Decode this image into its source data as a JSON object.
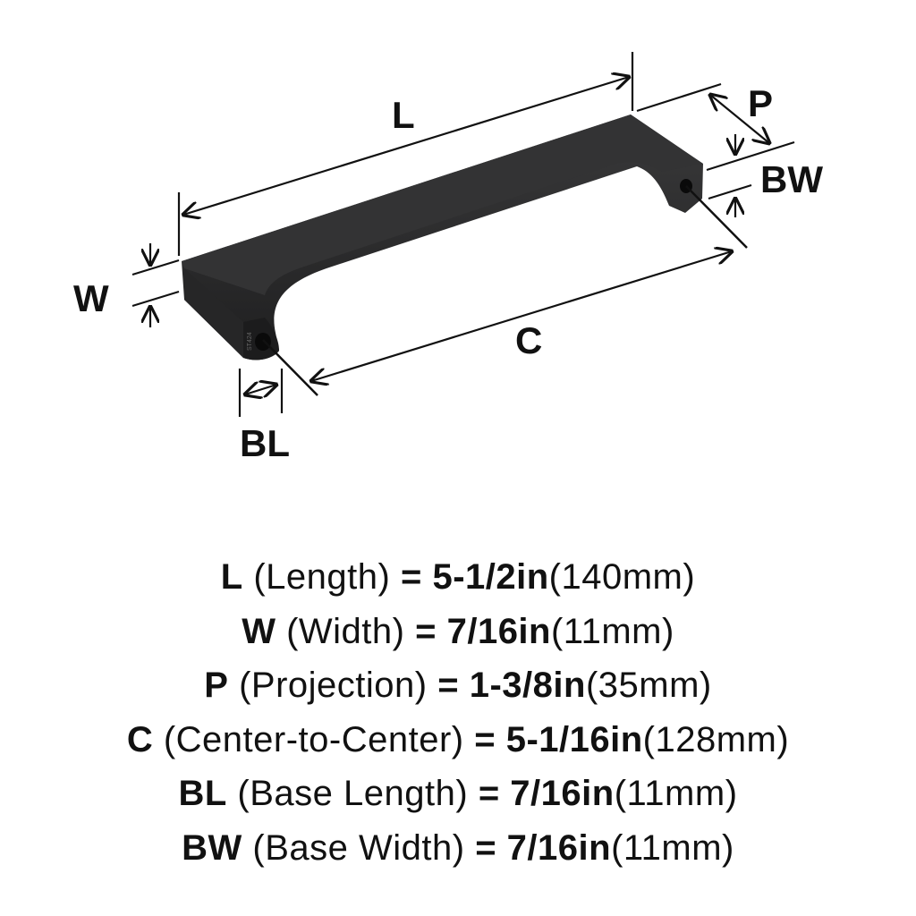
{
  "labels": {
    "L": "L",
    "P": "P",
    "BW": "BW",
    "W": "W",
    "C": "C",
    "BL": "BL"
  },
  "engraving": "ST424",
  "colors": {
    "handle": "#2b2b2c",
    "ink": "#111111"
  },
  "specs": [
    {
      "code": "L",
      "name": "(Length)",
      "imperial": "= 5-1/2in",
      "metric": "(140mm)"
    },
    {
      "code": "W",
      "name": "(Width)",
      "imperial": "= 7/16in",
      "metric": "(11mm)"
    },
    {
      "code": "P",
      "name": "(Projection)",
      "imperial": "= 1-3/8in",
      "metric": "(35mm)"
    },
    {
      "code": "C",
      "name": "(Center-to-Center)",
      "imperial": "= 5-1/16in",
      "metric": "(128mm)"
    },
    {
      "code": "BL",
      "name": "(Base Length)",
      "imperial": "= 7/16in",
      "metric": "(11mm)"
    },
    {
      "code": "BW",
      "name": "(Base Width)",
      "imperial": "= 7/16in",
      "metric": "(11mm)"
    }
  ]
}
